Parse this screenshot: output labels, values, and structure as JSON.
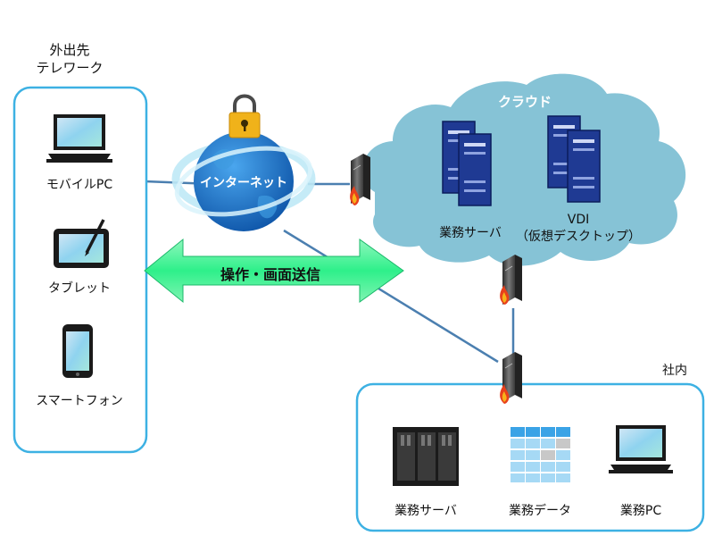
{
  "outside": {
    "title_line1": "外出先",
    "title_line2": "テレワーク",
    "devices": [
      "モバイルPC",
      "タブレット",
      "スマートフォン"
    ]
  },
  "internet": {
    "label": "インターネット"
  },
  "transfer": {
    "label": "操作・画面送信"
  },
  "cloud": {
    "title": "クラウド",
    "server_label": "業務サーバ",
    "vdi_line1": "VDI",
    "vdi_line2": "（仮想デスクトップ）"
  },
  "office": {
    "title": "社内",
    "items": [
      "業務サーバ",
      "業務データ",
      "業務PC"
    ]
  },
  "colors": {
    "panel_border": "#3db1e3",
    "cloud": "#86c3d6",
    "server": "#1f3a93",
    "globe": "#1c6fc4",
    "arrow": "#33f08a",
    "lock": "#f0b21a",
    "line": "#4b7fb0"
  }
}
